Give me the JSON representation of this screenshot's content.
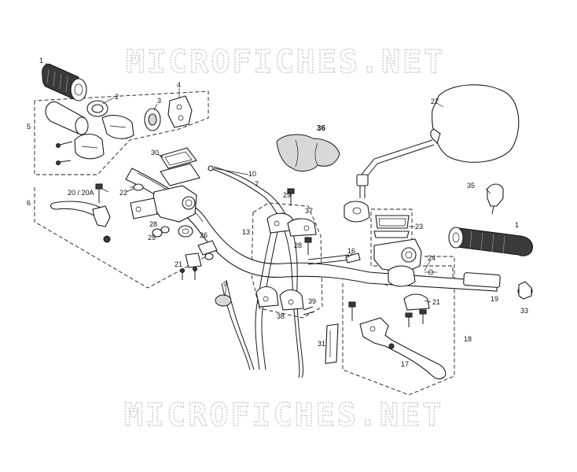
{
  "watermark": {
    "text": "MICROFICHES.NET"
  },
  "callouts": {
    "c1a": "1",
    "c1b": "1",
    "c2": "2",
    "c3": "3",
    "c4": "4",
    "c5": "5",
    "c6": "6",
    "c7": "7",
    "c9": "9",
    "c10": "10",
    "c13": "13",
    "c16": "16",
    "c17": "17",
    "c18": "18",
    "c19": "19",
    "c20": "20 / 20A",
    "c21a": "21",
    "c21b": "21",
    "c22": "22",
    "c23": "23",
    "c24": "24",
    "c25": "25",
    "c26": "26",
    "c27": "27",
    "c28a": "28",
    "c28b": "28",
    "c29": "29",
    "c30": "30",
    "c31": "31",
    "c33": "33",
    "c35": "35",
    "c36": "36",
    "c37": "37",
    "c38": "38",
    "c39": "39"
  }
}
